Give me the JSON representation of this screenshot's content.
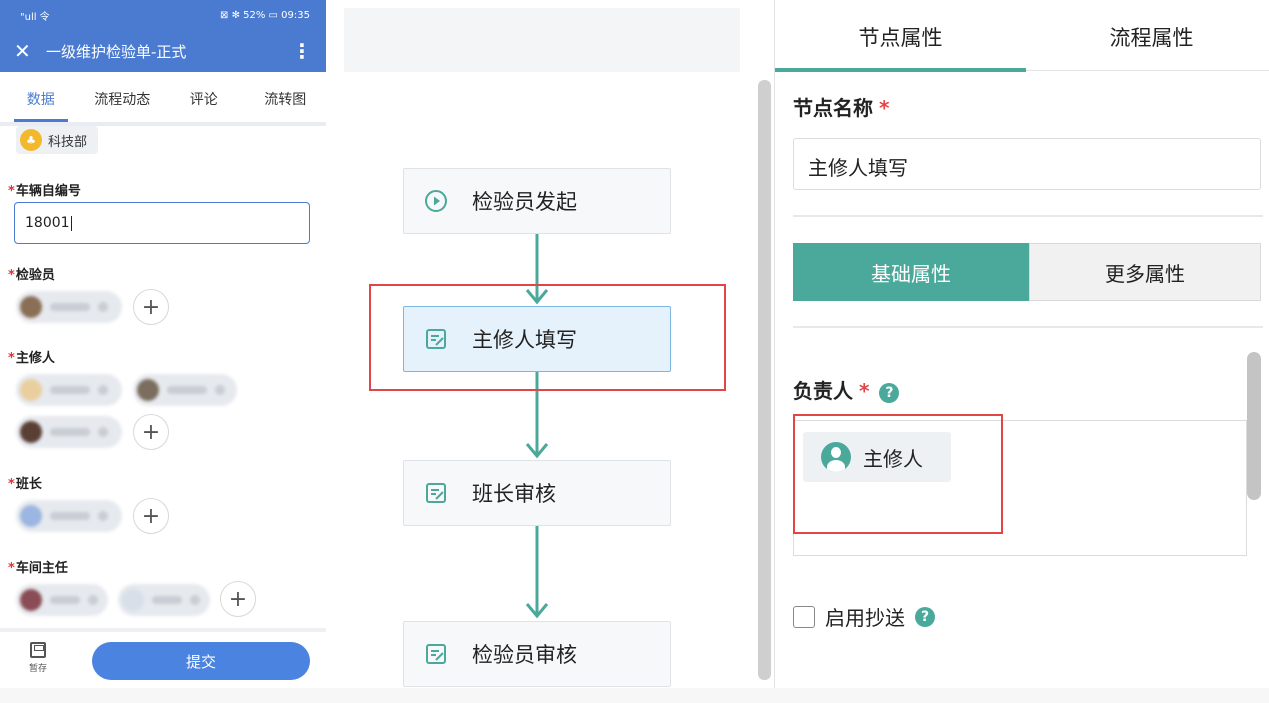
{
  "phone": {
    "status": {
      "left": "\"ull 令",
      "right": "⊠ ✻ 52% ▭ 09:35"
    },
    "title": "一级维护检验单-正式",
    "tabs": [
      "数据",
      "流程动态",
      "评论",
      "流转图"
    ],
    "department": "科技部",
    "fields": {
      "vehicle_no_label": "车辆自编号",
      "vehicle_no_value": "18001",
      "inspector_label": "检验员",
      "chief_mechanic_label": "主修人",
      "team_leader_label": "班长",
      "workshop_director_label": "车间主任"
    },
    "required_mark": "*",
    "save_label": "暂存",
    "submit_label": "提交"
  },
  "flow": {
    "nodes": [
      {
        "label": "检验员发起",
        "icon": "play-circle-icon"
      },
      {
        "label": "主修人填写",
        "icon": "form-edit-icon"
      },
      {
        "label": "班长审核",
        "icon": "form-edit-icon"
      },
      {
        "label": "检验员审核",
        "icon": "form-edit-icon"
      }
    ],
    "selected_index": 1
  },
  "panel": {
    "tabs": [
      "节点属性",
      "流程属性"
    ],
    "active_tab": 0,
    "node_name_label": "节点名称",
    "node_name_value": "主修人填写",
    "seg_basic": "基础属性",
    "seg_more": "更多属性",
    "owner_label": "负责人",
    "owner_value": "主修人",
    "cc_label": "启用抄送",
    "required_mark": "*",
    "help_mark": "?"
  },
  "colors": {
    "phone_primary": "#4a7bd0",
    "teal": "#4aa99b",
    "highlight_red": "#e04646"
  }
}
